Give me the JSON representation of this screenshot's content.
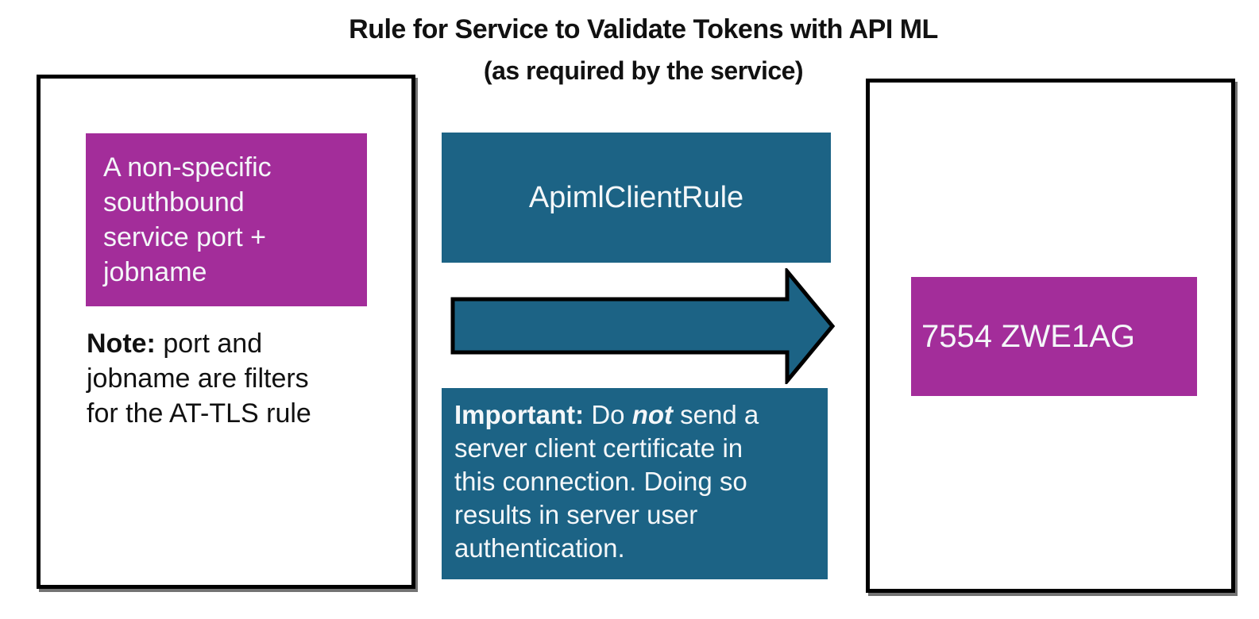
{
  "title": {
    "line1": "Rule for Service to Validate Tokens with API ML",
    "line2": "(as required by the service)"
  },
  "left_panel": {
    "service_box_lines": [
      "A non-specific",
      "southbound",
      "service port +",
      "jobname"
    ],
    "note": {
      "label": "Note:",
      "line1_rest": " port and",
      "line2": "jobname are filters",
      "line3": "for the AT-TLS rule"
    }
  },
  "middle": {
    "rule_box_label": "ApimlClientRule",
    "arrow_icon": "right-arrow",
    "important": {
      "label": "Important:",
      "line1_mid": " Do ",
      "line1_em": "not",
      "line1_end": " send a",
      "line2": "server client certificate in",
      "line3": "this connection. Doing so",
      "line4": "results in server user",
      "line5": "authentication."
    }
  },
  "right_panel": {
    "port_box_label": "7554 ZWE1AG"
  },
  "colors": {
    "teal": "#1c6385",
    "magenta": "#a32d9a",
    "border": "#000000",
    "background": "#ffffff",
    "text_light": "#f4f7f9",
    "text_dark": "#111111"
  }
}
